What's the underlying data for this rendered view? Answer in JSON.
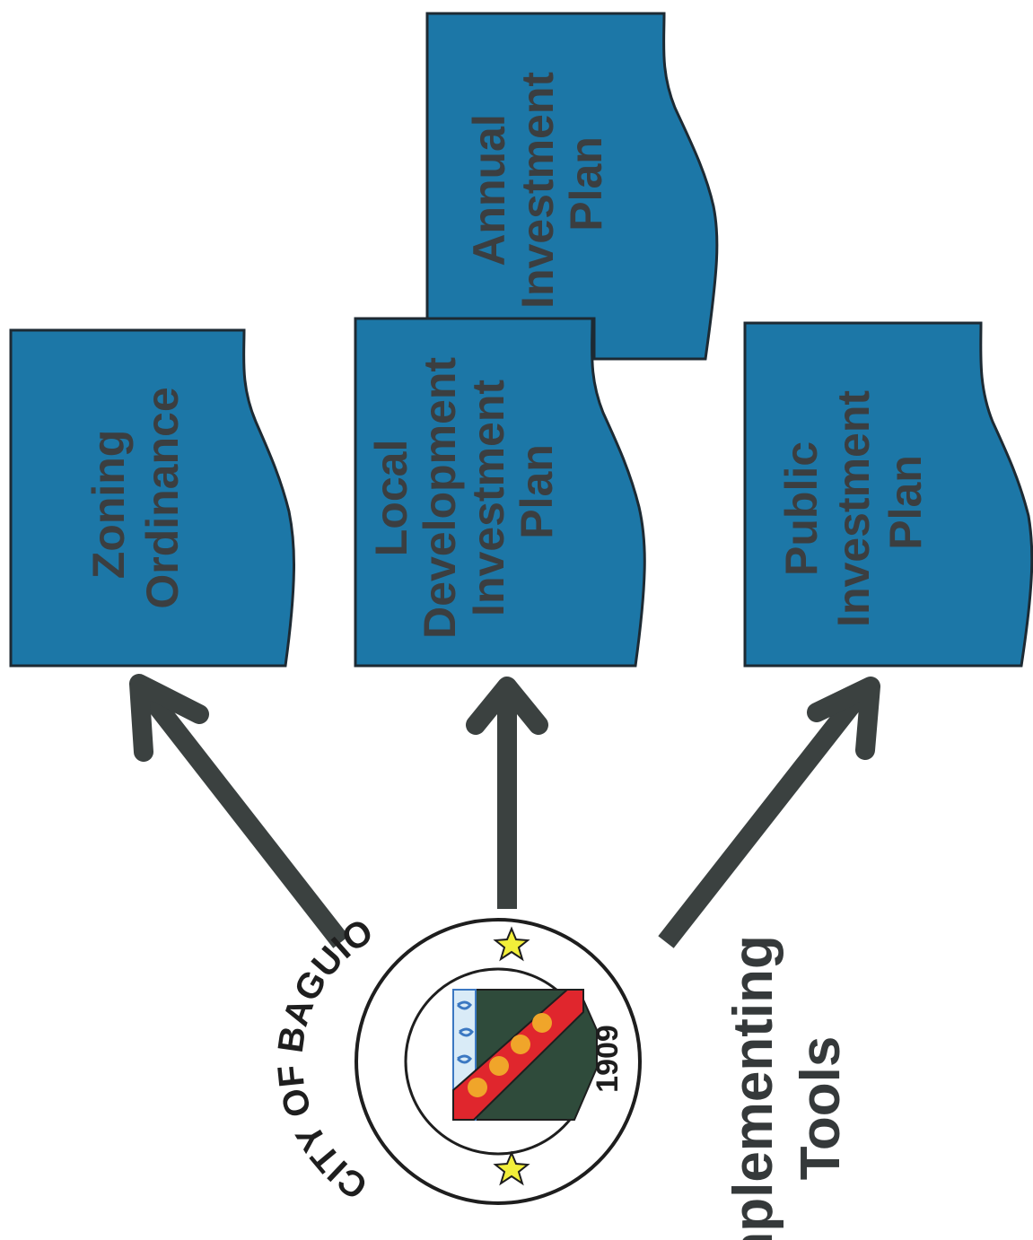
{
  "colors": {
    "box_fill": "#1c77a7",
    "box_stroke": "#1d2a33",
    "text": "#3b3e40",
    "arrow": "#3b4140",
    "shield_green": "#2f4b3b",
    "shield_band": "#e0262d",
    "band_dot": "#f0a52a",
    "star": "#f2ef3a"
  },
  "documents": [
    {
      "key": "zoning",
      "lines": [
        "Zoning",
        "Ordinance"
      ]
    },
    {
      "key": "ldip",
      "lines": [
        "Local",
        "Development",
        "Investment",
        "Plan"
      ]
    },
    {
      "key": "aip",
      "lines": [
        "Annual",
        "Investment",
        "Plan"
      ]
    },
    {
      "key": "pip",
      "lines": [
        "Public",
        "Investment",
        "Plan"
      ]
    }
  ],
  "caption": {
    "line1": "Implementing",
    "line2": "Tools"
  },
  "seal": {
    "name": "CITY OF BAGUIO",
    "year": "1909",
    "icon": "city-of-baguio-seal-icon"
  },
  "arrows": [
    {
      "from": "seal",
      "to": "zoning"
    },
    {
      "from": "seal",
      "to": "ldip"
    },
    {
      "from": "seal",
      "to": "pip"
    }
  ]
}
